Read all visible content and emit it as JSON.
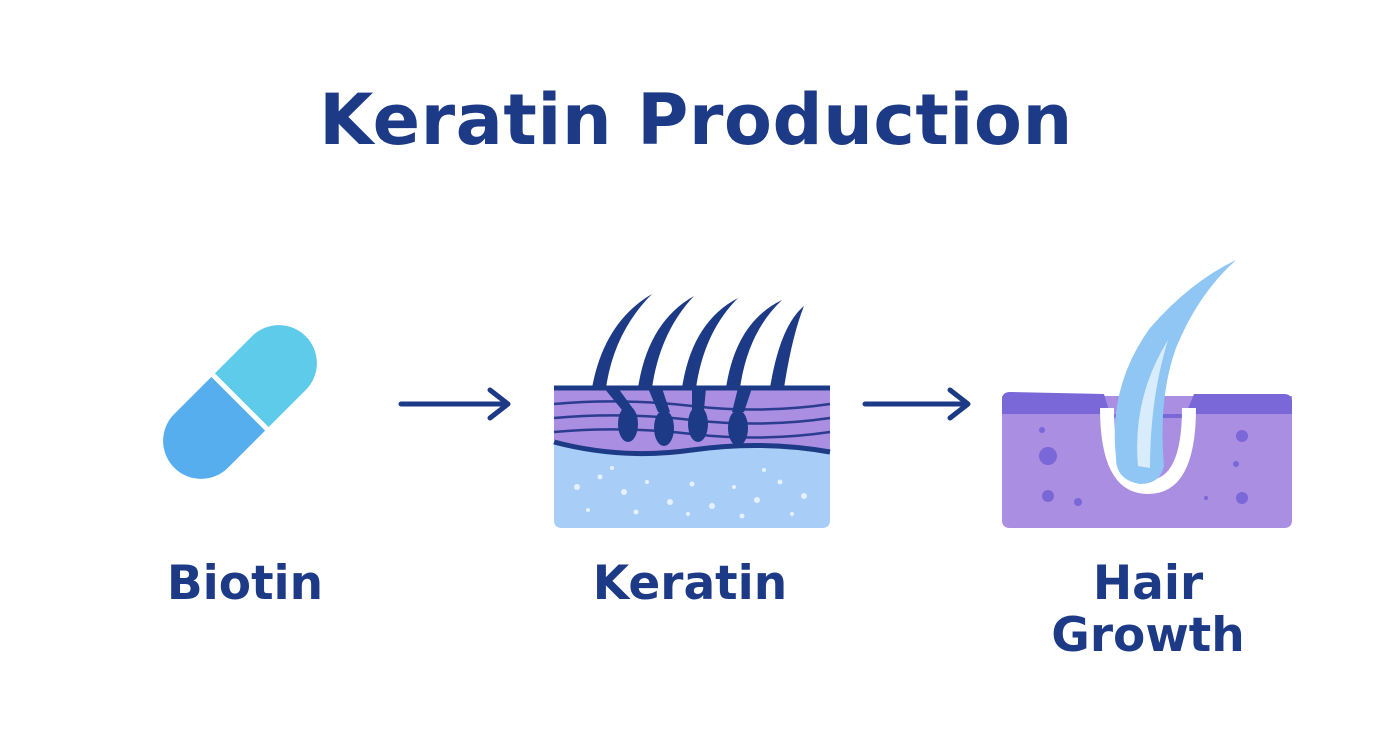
{
  "diagram": {
    "title": "Keratin Production",
    "colors": {
      "title_text": "#1d3a87",
      "arrow": "#1d3a87",
      "capsule_light": "#5fcbeb",
      "capsule_dark": "#57aeee",
      "skin_purple": "#a98ee2",
      "skin_top": "#7a67d8",
      "dermis_blue": "#a8cdf6",
      "hair_dark": "#1d3a87",
      "hair_light": "#8fc6f4"
    },
    "stages": [
      {
        "label": "Biotin",
        "icon": "pill-capsule-icon"
      },
      {
        "label": "Keratin",
        "icon": "skin-layer-hairs-icon"
      },
      {
        "label_lines": [
          "Hair",
          "Growth"
        ],
        "icon": "hair-follicle-icon"
      }
    ],
    "arrows": [
      "right-arrow-icon",
      "right-arrow-icon"
    ]
  }
}
